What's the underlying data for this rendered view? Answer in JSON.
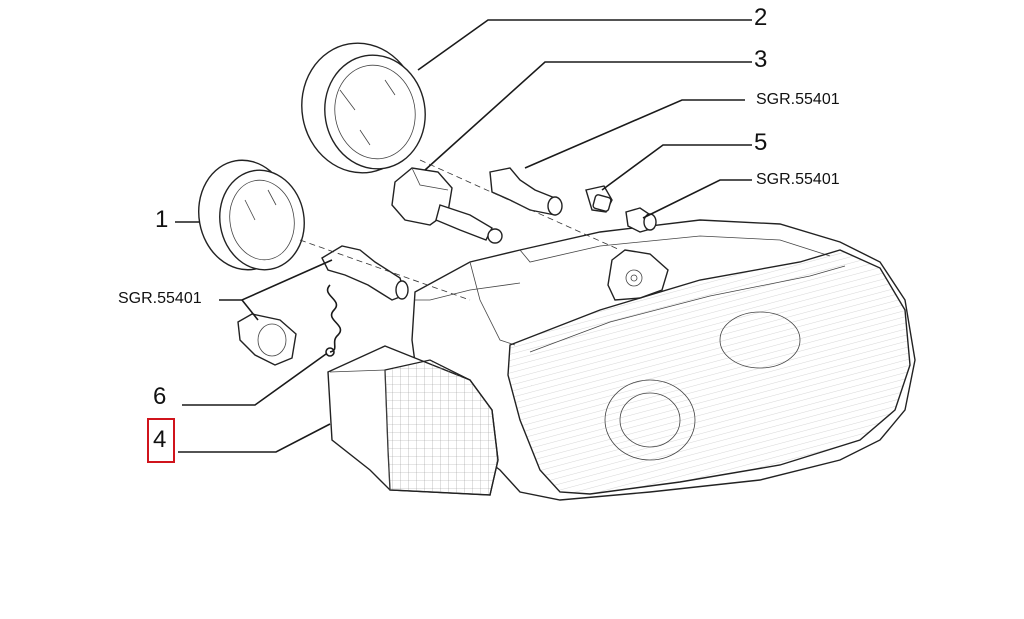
{
  "callouts": [
    {
      "id": "2",
      "text": "2"
    },
    {
      "id": "3",
      "text": "3"
    },
    {
      "id": "sgr1",
      "text": "SGR.55401"
    },
    {
      "id": "5",
      "text": "5"
    },
    {
      "id": "sgr2",
      "text": "SGR.55401"
    },
    {
      "id": "1",
      "text": "1"
    },
    {
      "id": "sgr3",
      "text": "SGR.55401"
    },
    {
      "id": "6",
      "text": "6"
    },
    {
      "id": "4",
      "text": "4"
    }
  ],
  "highlight": {
    "callout": "4",
    "color": "#d0141c"
  }
}
